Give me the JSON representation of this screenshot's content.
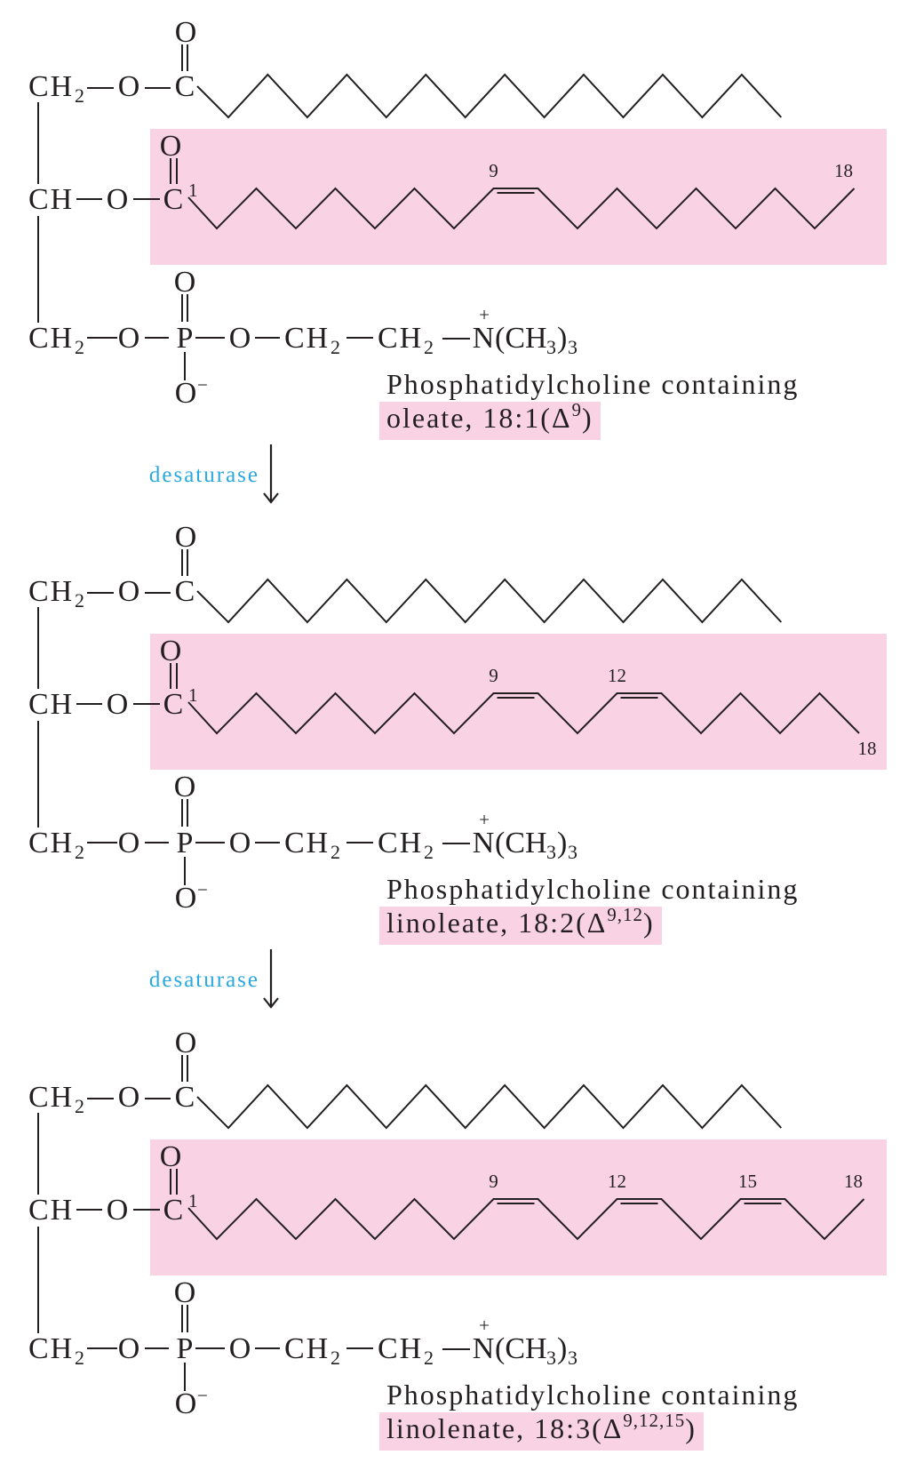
{
  "colors": {
    "highlight": "#f9d3e4",
    "enzyme": "#29a8df",
    "ink": "#231f20"
  },
  "structure": {
    "methylene_group": "CH",
    "methylene_subscript": "2",
    "methine_group": "CH",
    "oxygen": "O",
    "carbon": "C",
    "c1_locant": "1",
    "phosphorus": "P",
    "negative_charge": "−",
    "nitrogen": "N",
    "positive_charge": "+",
    "methyl_open": "(CH",
    "methyl_subscript": "3",
    "methyl_close": ")",
    "methyl_count_subscript": "3",
    "sn1_chain_carbons": 16,
    "sn2_chain_carbons": 18,
    "label_separator": ", ",
    "delta_open": "(Δ",
    "delta_close": ")"
  },
  "sections": [
    {
      "product_title": "Phosphatidylcholine containing",
      "fatty_acid_name": "oleate",
      "shorthand": "18:1",
      "delta_superscript": "9",
      "double_bonds": [
        9
      ],
      "locants": [
        "9",
        "18"
      ]
    },
    {
      "product_title": "Phosphatidylcholine containing",
      "fatty_acid_name": "linoleate",
      "shorthand": "18:2",
      "delta_superscript": "9,12",
      "double_bonds": [
        9,
        12
      ],
      "locants": [
        "9",
        "12",
        "18"
      ]
    },
    {
      "product_title": "Phosphatidylcholine containing",
      "fatty_acid_name": "linolenate",
      "shorthand": "18:3",
      "delta_superscript": "9,12,15",
      "double_bonds": [
        9,
        12,
        15
      ],
      "locants": [
        "9",
        "12",
        "15",
        "18"
      ]
    }
  ],
  "arrows": [
    {
      "enzyme": "desaturase"
    },
    {
      "enzyme": "desaturase"
    }
  ]
}
